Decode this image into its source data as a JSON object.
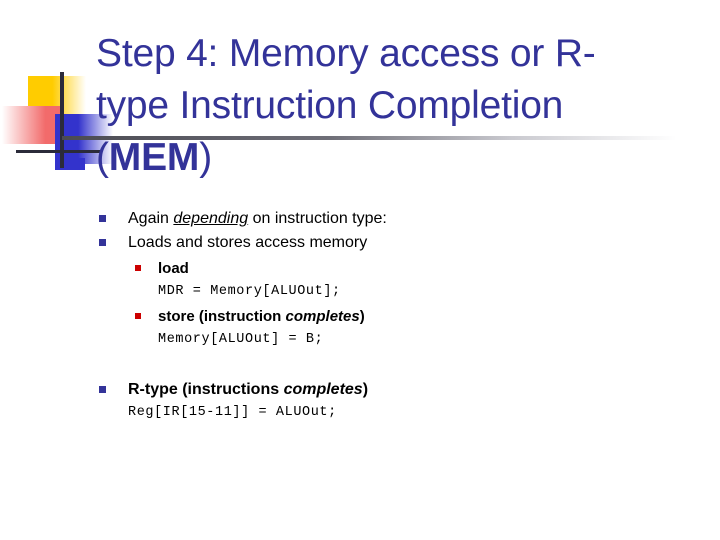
{
  "slide": {
    "title": {
      "line1": "Step 4: Memory access or R-",
      "line2": "type Instruction Completion",
      "paren_open": "(",
      "mem": "MEM",
      "paren_close": ")"
    },
    "bullets": {
      "b1_prefix": "Again ",
      "b1_emph": "depending",
      "b1_suffix": " on instruction type:",
      "b2": "Loads and stores access memory",
      "sub1": "load",
      "sub1_code": "MDR = Memory[ALUOut];",
      "sub2_prefix": "store (instruction ",
      "sub2_emph": "completes",
      "sub2_suffix": ")",
      "sub2_code": "Memory[ALUOut] = B;",
      "b3_prefix": "R-type (instructions ",
      "b3_emph": "completes",
      "b3_suffix": ")",
      "b3_code": "Reg[IR[15-11]] = ALUOut;"
    }
  },
  "colors": {
    "title": "#333399",
    "bullet_level1": "#333399",
    "bullet_level2": "#CC0000",
    "body_text": "#000000",
    "deco_yellow": "#FFCC00",
    "deco_red": "#F26B6B",
    "deco_blue": "#3333CC",
    "deco_line": "#2B2B3A",
    "rule": "#4A4A52",
    "background": "#FFFFFF"
  }
}
